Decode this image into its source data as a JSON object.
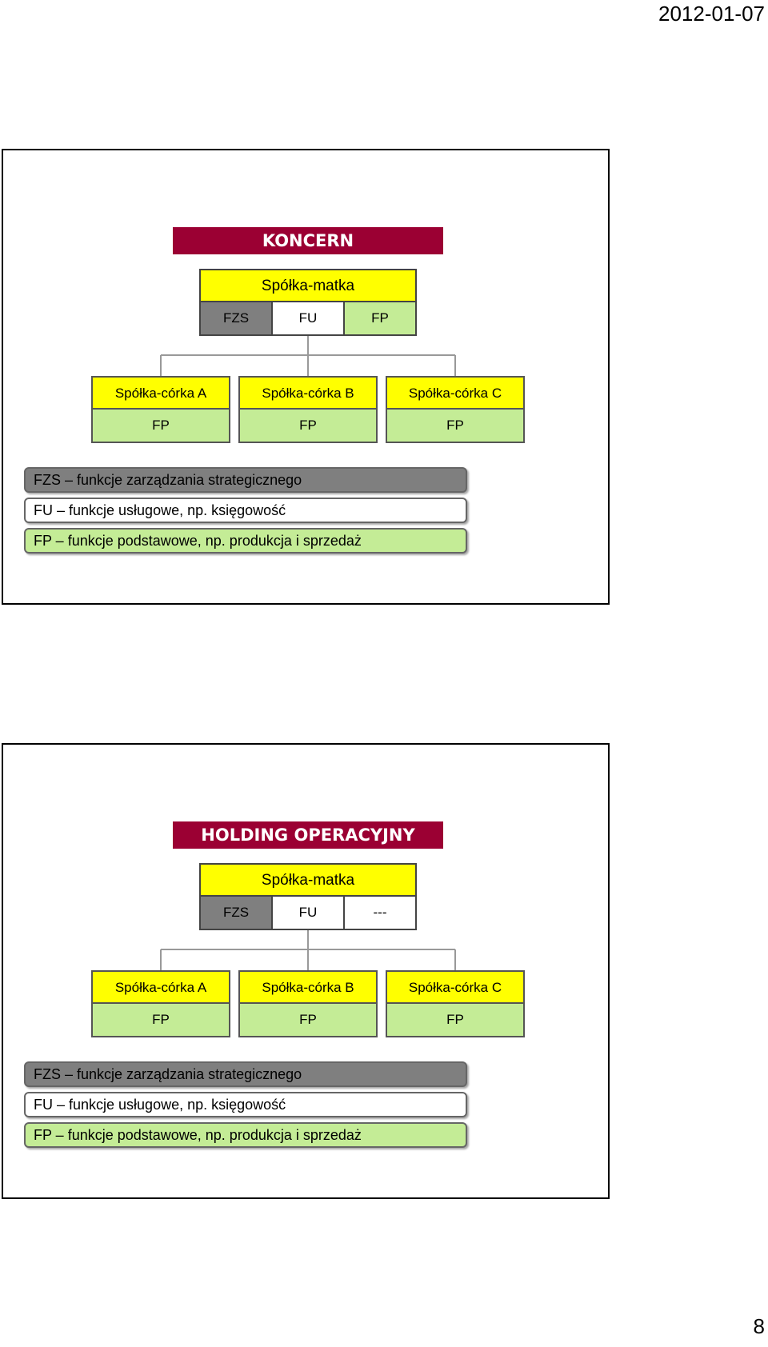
{
  "page": {
    "date": "2012-01-07",
    "number": "8"
  },
  "colors": {
    "title_bg": "#9b0033",
    "yellow": "#ffff00",
    "gray": "#7f7f7f",
    "green": "#c4ec96",
    "white": "#ffffff"
  },
  "slides": [
    {
      "title": "KONCERN",
      "parent": {
        "name": "Spółka-matka",
        "functions": [
          "FZS",
          "FU",
          "FP"
        ]
      },
      "daughters": [
        {
          "name": "Spółka-córka A",
          "function": "FP"
        },
        {
          "name": "Spółka-córka B",
          "function": "FP"
        },
        {
          "name": "Spółka-córka C",
          "function": "FP"
        }
      ],
      "legend": [
        "FZS – funkcje zarządzania strategicznego",
        "FU – funkcje usługowe, np. księgowość",
        "FP – funkcje podstawowe, np. produkcja i sprzedaż"
      ]
    },
    {
      "title": "HOLDING OPERACYJNY",
      "parent": {
        "name": "Spółka-matka",
        "functions": [
          "FZS",
          "FU",
          "---"
        ]
      },
      "daughters": [
        {
          "name": "Spółka-córka A",
          "function": "FP"
        },
        {
          "name": "Spółka-córka B",
          "function": "FP"
        },
        {
          "name": "Spółka-córka C",
          "function": "FP"
        }
      ],
      "legend": [
        "FZS – funkcje zarządzania strategicznego",
        "FU – funkcje usługowe, np. księgowość",
        "FP – funkcje podstawowe, np. produkcja i sprzedaż"
      ]
    }
  ]
}
